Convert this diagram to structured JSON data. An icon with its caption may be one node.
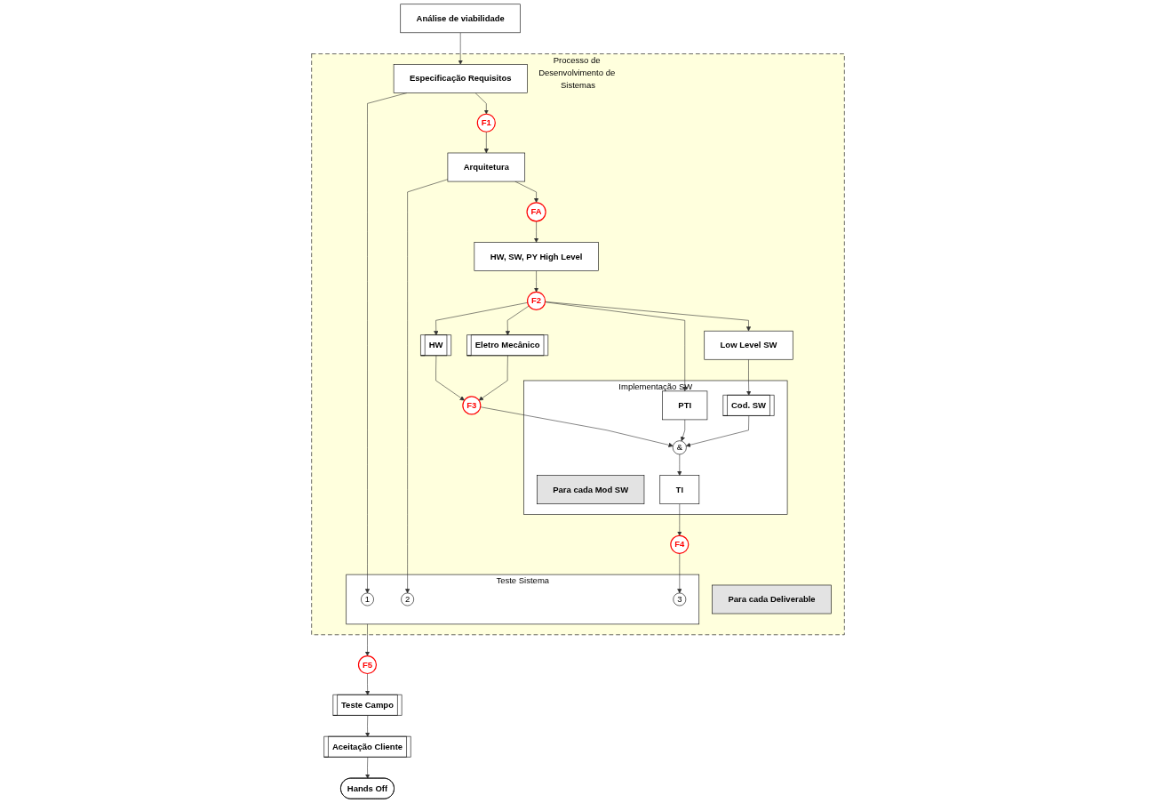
{
  "diagram": {
    "nodes": [
      {
        "text": [
          "Análise de viabilidade"
        ]
      },
      {
        "text": [
          "Processo de Desenvolvimento de Sistemas"
        ]
      },
      {
        "text": [
          "Especificação Requisitos"
        ],
        "in": 1
      },
      {
        "text": [
          "F1"
        ],
        "in": 1
      },
      {
        "text": [
          "Arquitetura"
        ],
        "in": 1
      },
      {
        "text": [
          "FA"
        ],
        "in": 1
      },
      {
        "text": [
          "HW, SW, PY High Level"
        ],
        "in": 1
      },
      {
        "text": [
          "F2"
        ],
        "in": 1
      },
      {
        "text": [
          "Low Level SW"
        ],
        "in": 1
      },
      {
        "text": [
          "HW"
        ],
        "in": 1
      },
      {
        "text": [
          "Eletro Mecânico"
        ],
        "in": 1
      },
      {
        "text": [
          "F3"
        ],
        "in": 1
      },
      {
        "text": [
          "Implementação SW"
        ],
        "in": 1
      },
      {
        "text": [
          "PTI"
        ],
        "in": 12
      },
      {
        "text": [
          "Cod. SW"
        ],
        "in": 12
      },
      {
        "text": [
          "Para cada Mod SW"
        ],
        "in": 12
      },
      {
        "text": [
          "&"
        ],
        "in": 12
      },
      {
        "text": [
          "TI"
        ],
        "in": 12
      },
      {
        "text": [
          "Para cada Deliverable"
        ],
        "in": 1
      },
      {
        "text": [
          "F4"
        ],
        "in": 1
      },
      {
        "text": [
          "Teste Sistema"
        ],
        "in": 1
      },
      {
        "text": [
          "1"
        ],
        "in": 20
      },
      {
        "text": [
          "2"
        ],
        "in": 20
      },
      {
        "text": [
          "3"
        ],
        "in": 20
      },
      {
        "text": [
          "F5"
        ]
      },
      {
        "text": [
          "Teste Campo"
        ]
      },
      {
        "text": [
          "Aceitação Cliente"
        ]
      },
      {
        "text": [
          "Hands Off"
        ]
      }
    ],
    "edges": [
      {
        "from": 0,
        "to": 2,
        "arrow": "to"
      },
      {
        "from": 2,
        "to": 21,
        "arrow": "to"
      },
      {
        "from": 2,
        "to": 3,
        "arrow": "to"
      },
      {
        "from": 3,
        "to": 4,
        "arrow": "to"
      },
      {
        "from": 4,
        "to": 22,
        "arrow": "to"
      },
      {
        "from": 4,
        "to": 5,
        "arrow": "to"
      },
      {
        "from": 5,
        "to": 6,
        "arrow": "to"
      },
      {
        "from": 6,
        "to": 7,
        "arrow": "to"
      },
      {
        "from": 7,
        "to": 13,
        "arrow": "to"
      },
      {
        "from": 7,
        "to": 8,
        "arrow": "to"
      },
      {
        "from": 7,
        "to": 9,
        "arrow": "to"
      },
      {
        "from": 7,
        "to": 10,
        "arrow": "to"
      },
      {
        "from": 8,
        "to": 14,
        "arrow": "to"
      },
      {
        "from": 9,
        "to": 11,
        "arrow": "to"
      },
      {
        "from": 10,
        "to": 11,
        "arrow": "to"
      },
      {
        "from": 11,
        "to": 16,
        "arrow": "to"
      },
      {
        "from": 13,
        "to": 16,
        "arrow": "to"
      },
      {
        "from": 14,
        "to": 16,
        "arrow": "to"
      },
      {
        "from": 16,
        "to": 17,
        "arrow": "to"
      },
      {
        "from": 17,
        "to": 19,
        "arrow": "to"
      },
      {
        "from": 19,
        "to": 23,
        "arrow": "to"
      },
      {
        "from": 20,
        "to": 24,
        "arrow": "to"
      },
      {
        "from": 24,
        "to": 25,
        "arrow": "to"
      },
      {
        "from": 25,
        "to": 26,
        "arrow": "to"
      },
      {
        "from": 26,
        "to": 27,
        "arrow": "to"
      }
    ]
  }
}
